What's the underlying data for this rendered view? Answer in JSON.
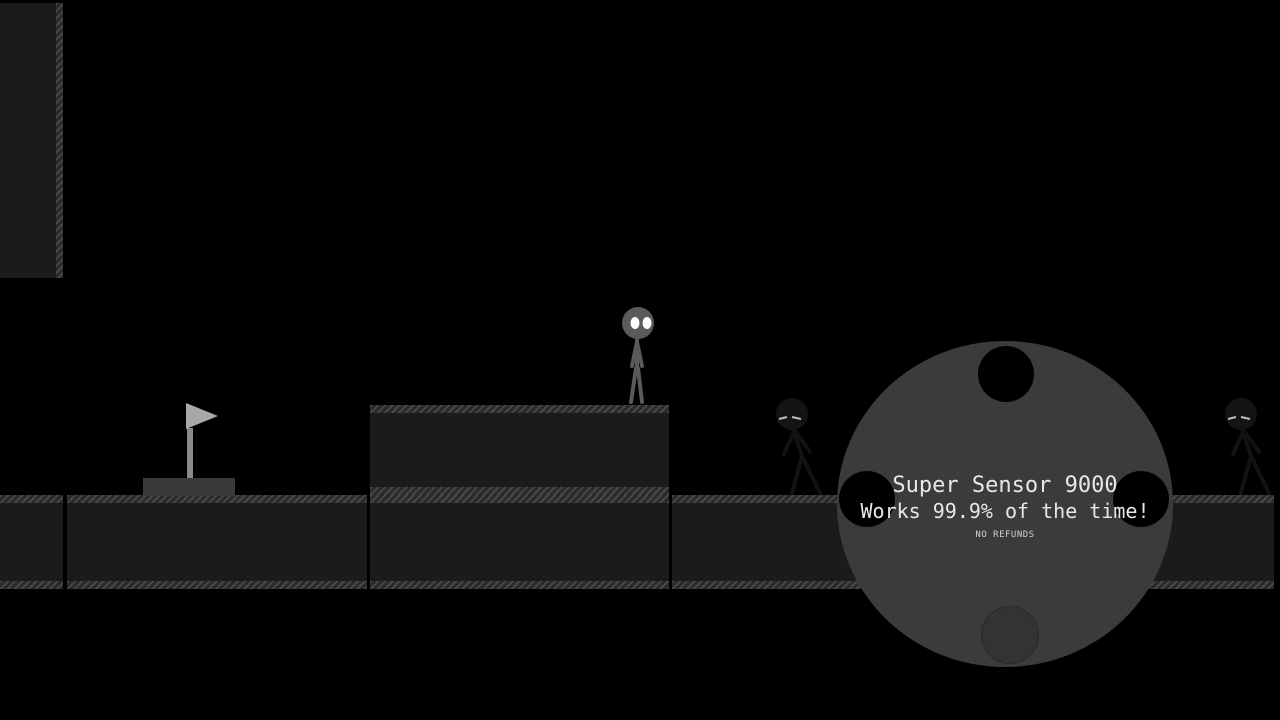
{
  "sensor": {
    "title": "Super Sensor 9000",
    "subtitle": "Works 99.9% of the time!",
    "note": "NO REFUNDS"
  },
  "colors": {
    "background": "#000000",
    "block": "#1b1b1b",
    "sensor": "#3b3b3b",
    "player": "#5a5a5a",
    "player_eyes": "#ffffff",
    "enemy": "#111111",
    "flag": "#a8a8a8"
  },
  "icons": {
    "player": "stickman-player",
    "enemy": "stickman-shadow-enemy",
    "goal": "checkpoint-flag"
  }
}
